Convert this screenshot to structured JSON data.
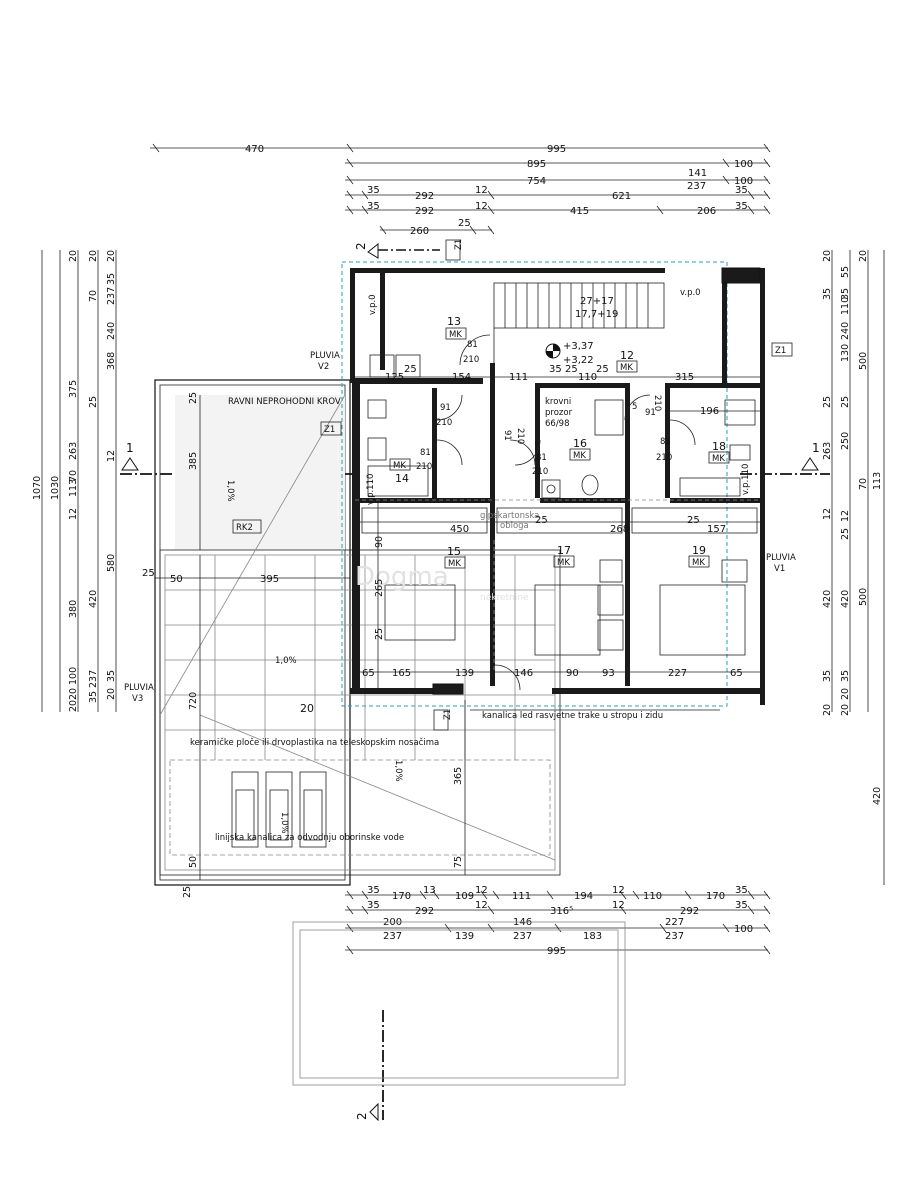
{
  "plan": {
    "dims_top": {
      "r1": [
        "470",
        "995"
      ],
      "r2": [
        "895",
        "100"
      ],
      "r3": [
        "754",
        "141",
        "100"
      ],
      "r3b": [
        "237"
      ],
      "r4": [
        "35",
        "292",
        "12",
        "621",
        "35"
      ],
      "r5": [
        "35",
        "292",
        "12",
        "415",
        "206",
        "35"
      ],
      "r6": [
        "260",
        "25"
      ]
    },
    "dims_bottom": {
      "r1": [
        "35",
        "170",
        "13",
        "109",
        "12",
        "111",
        "194",
        "12",
        "110",
        "170",
        "35"
      ],
      "r2": [
        "35",
        "292",
        "12",
        "316⁵",
        "12",
        "292",
        "35"
      ],
      "r3a": [
        "200",
        "146",
        "227"
      ],
      "r3": [
        "237",
        "139",
        "237",
        "183",
        "237",
        "100"
      ],
      "r4": [
        "995"
      ]
    },
    "dims_left": {
      "c1": [
        "1070"
      ],
      "c2": [
        "1030"
      ],
      "c3": [
        "20",
        "375",
        "263",
        "70",
        "113",
        "12",
        "380",
        "100",
        "20",
        "20"
      ],
      "c4": [
        "20",
        "70",
        "25",
        "420",
        "237",
        "35"
      ],
      "c5": [
        "20",
        "35",
        "237",
        "240",
        "368",
        "12",
        "580",
        "35",
        "20"
      ]
    },
    "dims_right": {
      "c1": [
        "20",
        "55",
        "500",
        "1070"
      ],
      "c2": [
        "35",
        "110",
        "240",
        "130",
        "25",
        "250",
        "70",
        "113",
        "12",
        "25",
        "420",
        "500",
        "35",
        "20",
        "20",
        "420"
      ],
      "c3": [
        "20",
        "35",
        "25",
        "263",
        "12",
        "420",
        "35",
        "20"
      ]
    },
    "interior_dims": {
      "row_a": [
        "125",
        "25",
        "154",
        "111",
        "35",
        "25",
        "110",
        "25",
        "315"
      ],
      "row_b": [
        "450",
        "25",
        "268",
        "25",
        "157"
      ],
      "row_c": [
        "65",
        "165",
        "139",
        "146",
        "90",
        "93",
        "227",
        "65"
      ],
      "row_196": "196",
      "left_395": "395",
      "left_50": "50",
      "left_25": "25",
      "v_385": "385",
      "v_720": "720",
      "v_365": "365",
      "v_90": "90",
      "v_265": "265",
      "v_25b": "25",
      "v_75": "75",
      "v_50b": "50",
      "v_25c": "25"
    },
    "rooms": [
      {
        "num": "13",
        "tag": "MK"
      },
      {
        "num": "12",
        "tag": "MK"
      },
      {
        "num": "14",
        "tag": "MK"
      },
      {
        "num": "16",
        "tag": "MK"
      },
      {
        "num": "18",
        "tag": "MK"
      },
      {
        "num": "15",
        "tag": "MK"
      },
      {
        "num": "17",
        "tag": "MK"
      },
      {
        "num": "19",
        "tag": "MK"
      },
      {
        "num": "20",
        "tag": ""
      }
    ],
    "doors": {
      "d13": [
        "81",
        "210"
      ],
      "d14a": [
        "91",
        "210"
      ],
      "d14b": [
        "81",
        "210"
      ],
      "d16a": [
        "91",
        "210"
      ],
      "d16b": [
        "81",
        "210"
      ],
      "d12": [
        "210",
        "91"
      ],
      "d18": [
        "81",
        "210"
      ]
    },
    "stair": {
      "top": "27+17",
      "bottom": "17,7+19"
    },
    "levels": {
      "l1": "+3,37",
      "l2": "+3,22"
    },
    "labels": {
      "vpo_left": "v.p.0",
      "vpo_right": "v.p.0",
      "vp110_left": "v.p.110",
      "vp110_right": "v.p.110",
      "pluvia_v2_a": "PLUVIA",
      "pluvia_v2_b": "V2",
      "pluvia_v1_a": "PLUVIA",
      "pluvia_v1_b": "V1",
      "pluvia_v3_a": "PLUVIA",
      "pluvia_v3_b": "V3",
      "roof": "RAVNI NEPROHODNI KROV",
      "rk2": "RK2",
      "z1_top": "Z1",
      "z1_left": "Z1",
      "z1_right": "Z1",
      "z1_bottom": "Z1",
      "krovni_1": "krovni",
      "krovni_2": "prozor",
      "krovni_3": "66/98",
      "slope1": "1,0%",
      "slope2": "1,0%",
      "slope3": "1,0%",
      "slope4": "1,0%",
      "ceramic": "keramičke ploče ili drvoplastika na teleskopskim nosačima",
      "channel": "linijska kanalica za odvodnju oborinske vode",
      "led": "kanalica led rasvjetne trake u stropu i zidu",
      "gk_1": "gipskartonska",
      "gk_2": "obloga",
      "section_1": "1",
      "section_2": "2",
      "watermark_1": "Dogma",
      "watermark_2": "nekretnine",
      "five": "5"
    }
  }
}
